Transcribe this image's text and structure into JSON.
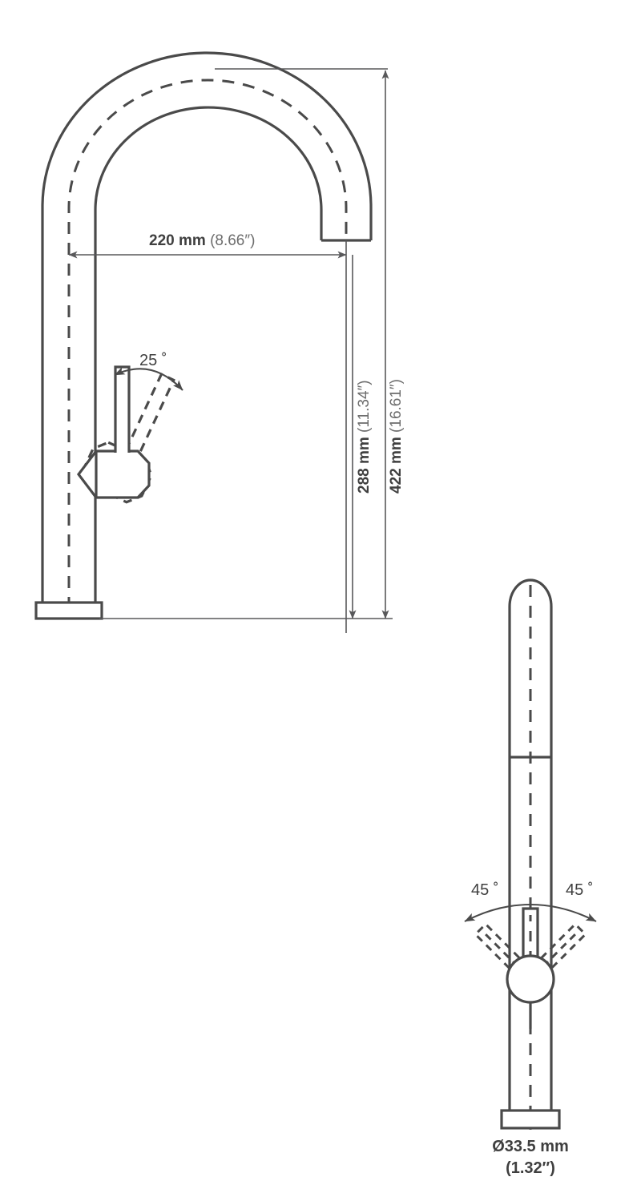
{
  "drawing": {
    "title": "Kitchen faucet dimensional drawing",
    "line_color": "#4a4a4a",
    "dimension_color": "#58585a",
    "background": "#ffffff",
    "views": [
      {
        "name": "front-elevation",
        "description": "Gooseneck faucet front view with swing handle"
      },
      {
        "name": "side-elevation",
        "description": "Faucet side view with rotating handle"
      }
    ]
  },
  "dimensions": {
    "reach": {
      "name": "reach-dimension",
      "metric": "220 mm",
      "imperial": "(8.66″)",
      "orientation": "horizontal"
    },
    "spout_height": {
      "name": "spout-height-dimension",
      "metric": "288 mm",
      "imperial": "(11.34″)",
      "orientation": "vertical"
    },
    "overall_height": {
      "name": "overall-height-dimension",
      "metric": "422 mm",
      "imperial": "(16.61″)",
      "orientation": "vertical"
    },
    "base_diameter": {
      "name": "base-diameter-dimension",
      "metric": "Ø33.5 mm",
      "imperial": "(1.32″)",
      "orientation": "below-base"
    }
  },
  "angles": {
    "handle_lift": {
      "name": "handle-lift-angle",
      "value": "25",
      "unit": "˚",
      "label": "25 ˚"
    },
    "swivel_left": {
      "name": "handle-swivel-left-angle",
      "value": "45",
      "unit": "˚",
      "label": "45 ˚"
    },
    "swivel_right": {
      "name": "handle-swivel-right-angle",
      "value": "45",
      "unit": "˚",
      "label": "45 ˚"
    }
  },
  "labels": {
    "reach_metric": "220 mm",
    "reach_imperial": "(8.66″)",
    "spout_height_metric": "288 mm",
    "spout_height_imperial": "(11.34″)",
    "overall_height_metric": "422 mm",
    "overall_height_imperial": "(16.61″)",
    "diameter_line1": "Ø33.5 mm",
    "diameter_line2": "(1.32″)",
    "angle_25": "25 ˚",
    "angle_45_left": "45 ˚",
    "angle_45_right": "45 ˚"
  }
}
